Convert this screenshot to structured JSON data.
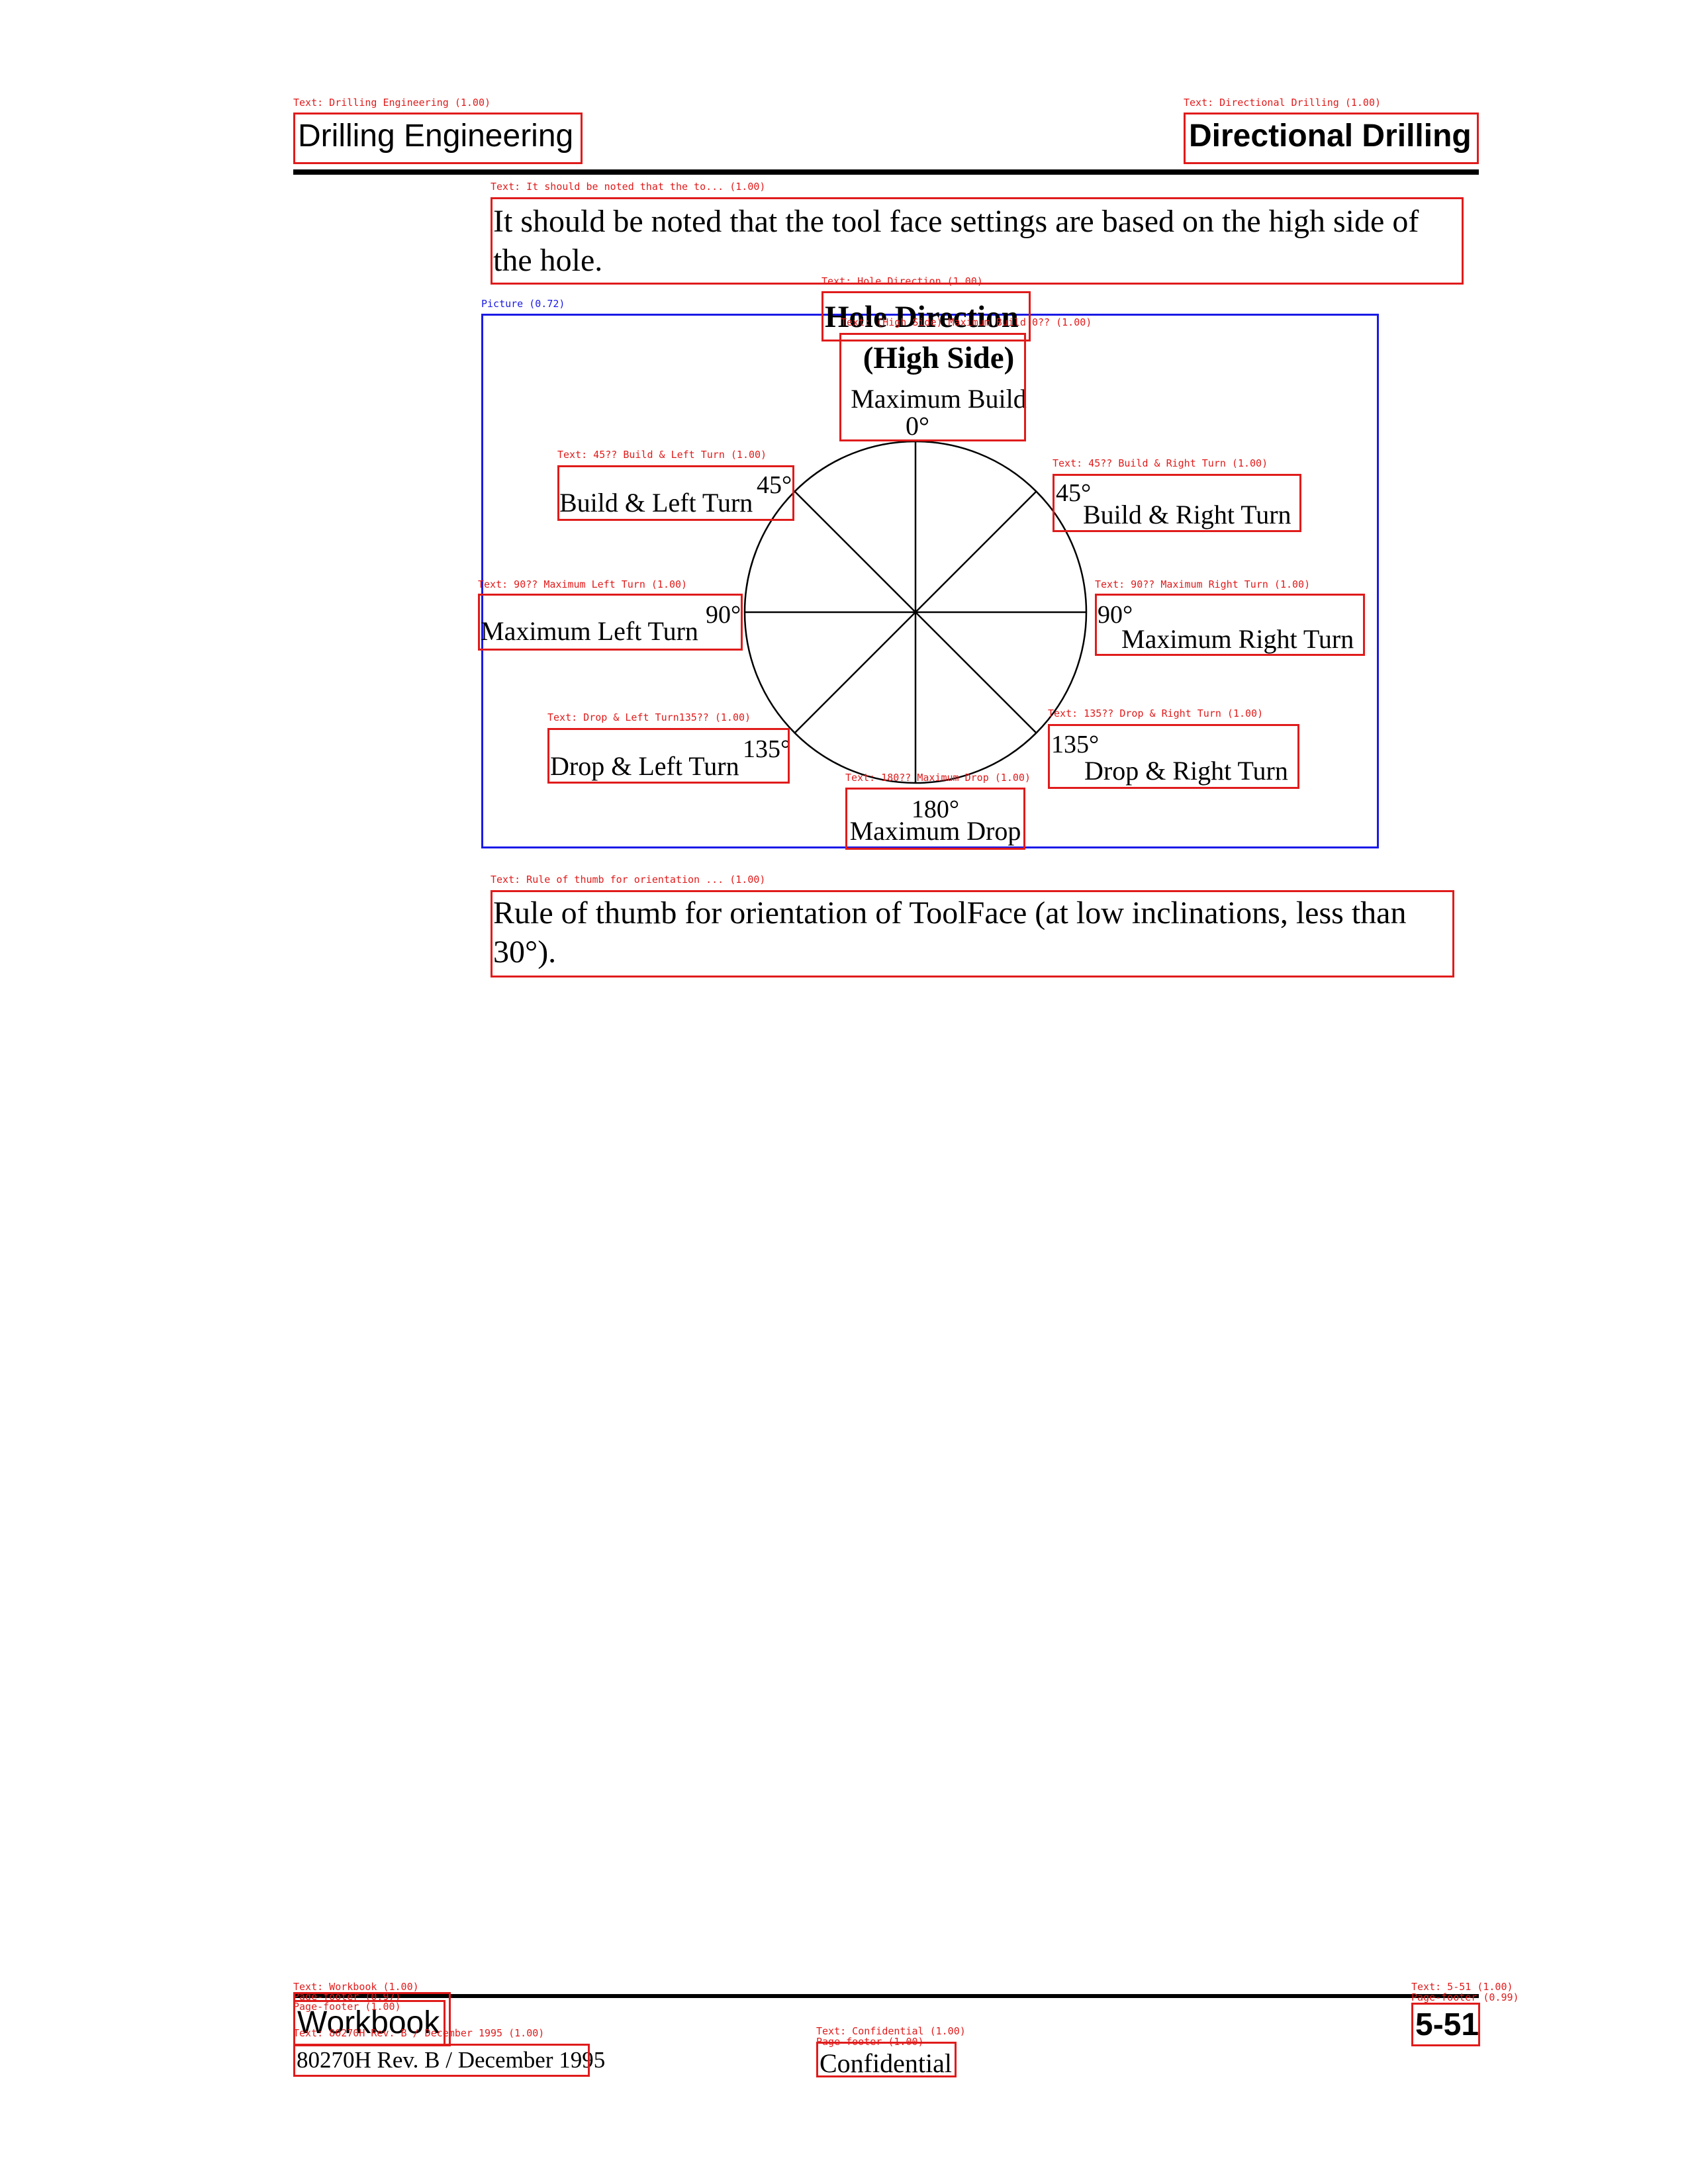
{
  "header": {
    "left": "Drilling Engineering",
    "right": "Directional Drilling"
  },
  "intro": "It should be noted that the tool face settings are based on the high side of the hole.",
  "figure": {
    "title_line1": "Hole Direction",
    "title_line2": "(High Side)",
    "top_label": "Maximum Build",
    "top_deg": "0°",
    "nw_deg": "45°",
    "nw_label": "Build & Left Turn",
    "ne_deg": "45°",
    "ne_label": "Build & Right Turn",
    "w_deg": "90°",
    "w_label": "Maximum Left Turn",
    "e_deg": "90°",
    "e_label": "Maximum Right Turn",
    "sw_deg": "135°",
    "sw_label": "Drop & Left Turn",
    "se_deg": "135°",
    "se_label": "Drop & Right Turn",
    "bottom_deg": "180°",
    "bottom_label": "Maximum Drop"
  },
  "caption": "Rule of thumb for orientation of ToolFace (at low inclinations, less than 30°).",
  "footer": {
    "workbook": "Workbook",
    "revision": "80270H Rev. B / December 1995",
    "confidential": "Confidential",
    "page": "5-51"
  },
  "overlay": {
    "tag_header_left": "Text: Drilling Engineering (1.00)",
    "tag_header_right": "Text: Directional Drilling (1.00)",
    "tag_intro": "Text: It should be noted that the to... (1.00)",
    "tag_picture": "Picture (0.72)",
    "tag_title": "Text: Hole Direction (1.00)",
    "tag_highside": "Text: (High Side) Maximum Build 0?? (1.00)",
    "tag_nw": "Text: 45?? Build & Left Turn (1.00)",
    "tag_ne": "Text: 45?? Build & Right Turn (1.00)",
    "tag_w": "Text: 90?? Maximum Left Turn (1.00)",
    "tag_e": "Text: 90?? Maximum Right Turn (1.00)",
    "tag_sw": "Text: Drop & Left Turn135?? (1.00)",
    "tag_se": "Text: 135?? Drop & Right Turn (1.00)",
    "tag_bottom": "Text: 180?? Maximum Drop (1.00)",
    "tag_caption": "Text: Rule of thumb for orientation ... (1.00)",
    "tag_workbook": "Text: Workbook (1.00)",
    "tag_pf1": "Page-footer (0.97)",
    "tag_pf2": "Page-footer (1.00)",
    "tag_rev": "Text: 80270H Rev. B / December 1995 (1.00)",
    "tag_conf": "Text: Confidential (1.00)",
    "tag_pf3": "Page-footer (1.00)",
    "tag_page": "Text: 5-51 (1.00)",
    "tag_pf4": "Page-footer (0.99)",
    "colors": {
      "detection_box": "#e01b1b",
      "picture_box": "#1a1ae6"
    }
  }
}
